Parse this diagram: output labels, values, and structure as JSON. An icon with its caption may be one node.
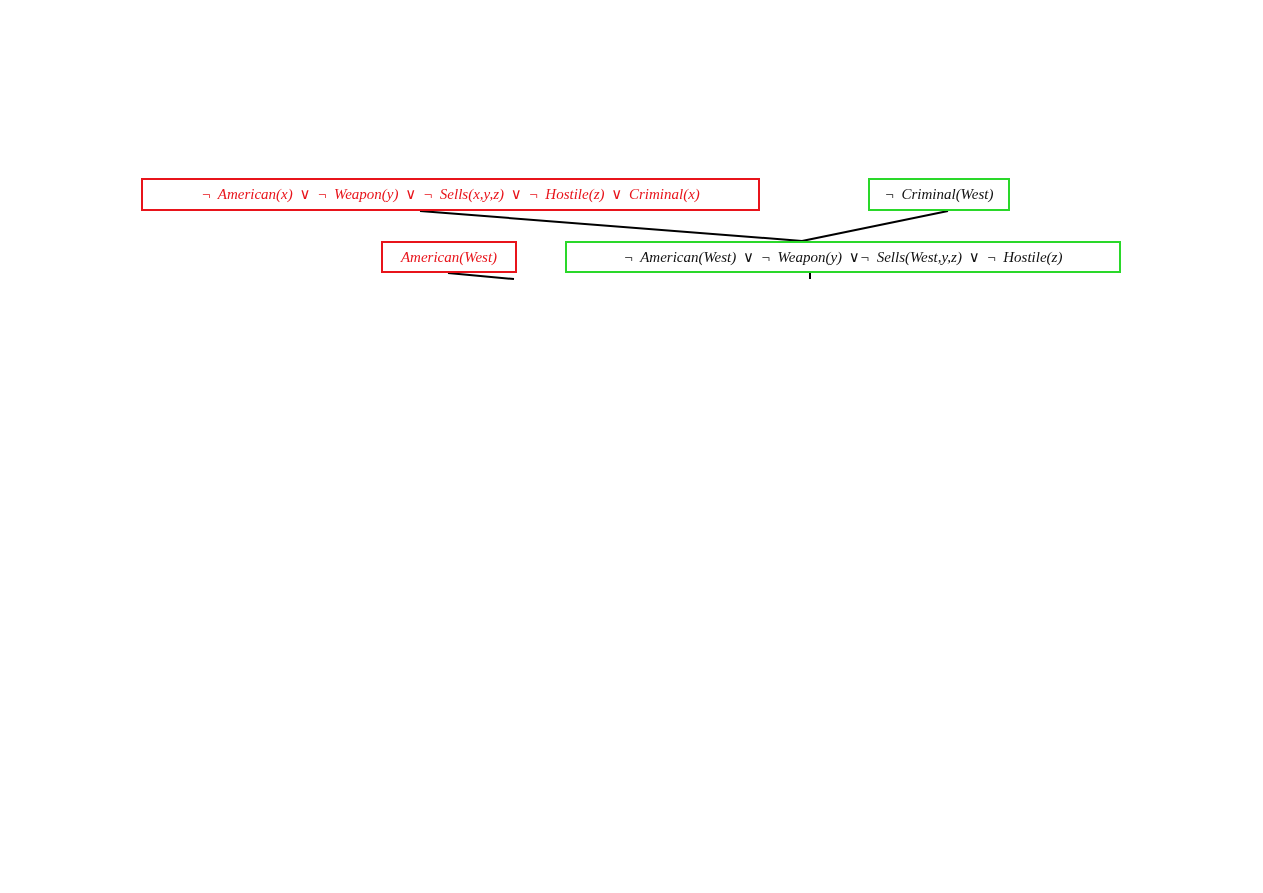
{
  "diagram": {
    "nodes": [
      {
        "text": [
          "¬ American(x) ∨ ¬ Weapon(y) ∨ ¬ Sells(x,y,z) ∨ ¬ Hostile(z) ∨ Criminal(x)"
        ]
      },
      {
        "text": [
          "¬ Criminal(West)"
        ]
      },
      {
        "text": [
          "American(West)"
        ]
      },
      {
        "text": [
          "¬ American(West) ∨ ¬ Weapon(y) ∨¬ Sells(West,y,z) ∨ ¬ Hostile(z)"
        ]
      }
    ],
    "edges": [
      {
        "from": 0,
        "to": 3,
        "arrow": "none"
      },
      {
        "from": 1,
        "to": 3,
        "arrow": "none"
      },
      {
        "from": 2,
        "to": null,
        "arrow": "none"
      },
      {
        "from": 3,
        "to": null,
        "arrow": "none"
      }
    ]
  }
}
